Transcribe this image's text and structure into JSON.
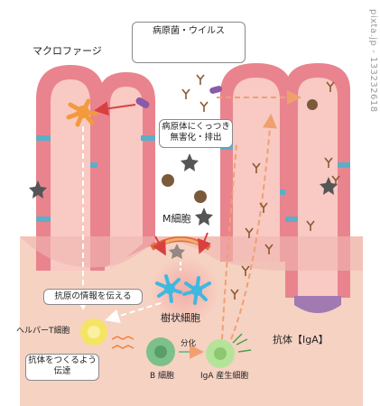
{
  "legend": {
    "title": "病原菌・ウイルス"
  },
  "labels": {
    "macrophage": "マクロファージ",
    "neutralize_line1": "病原体にくっつき",
    "neutralize_line2": "無害化・排出",
    "m_cell": "M細胞",
    "antigen_info": "抗原の情報を伝える",
    "dendritic_cell": "樹状細胞",
    "helper_t": "ヘルパーT細胞",
    "make_antibody_line1": "抗体をつくるよう",
    "make_antibody_line2": "伝達",
    "b_cell": "B 細胞",
    "differentiation": "分化",
    "iga_cell": "IgA 産生細胞",
    "antibody_iga": "抗体【IgA】"
  },
  "watermark": "pixta.jp - 133232618",
  "colors": {
    "lamina": "#f6d2c3",
    "villus_outer": "#e9848e",
    "villus_core": "#f9c9c4",
    "transporter": "#5aafc9",
    "macrophage": "#f29a3c",
    "dendritic": "#3fb8e0",
    "helper_t": "#f5e65a",
    "b_cell": "#7cc08a",
    "iga_cell": "#b6e39a",
    "antibody": "#8a5a2e",
    "arrow_dashed": "#f0a070",
    "m_cell_arrow": "#d94040",
    "bacteria_rod": "#8a5aa8",
    "virus_star": "#555555",
    "virus_round": "#7a5a3a"
  },
  "icons": [
    "rod-bacteria-icon",
    "spiky-virus-icon",
    "star-virus-icon",
    "antibody-y-icon"
  ]
}
